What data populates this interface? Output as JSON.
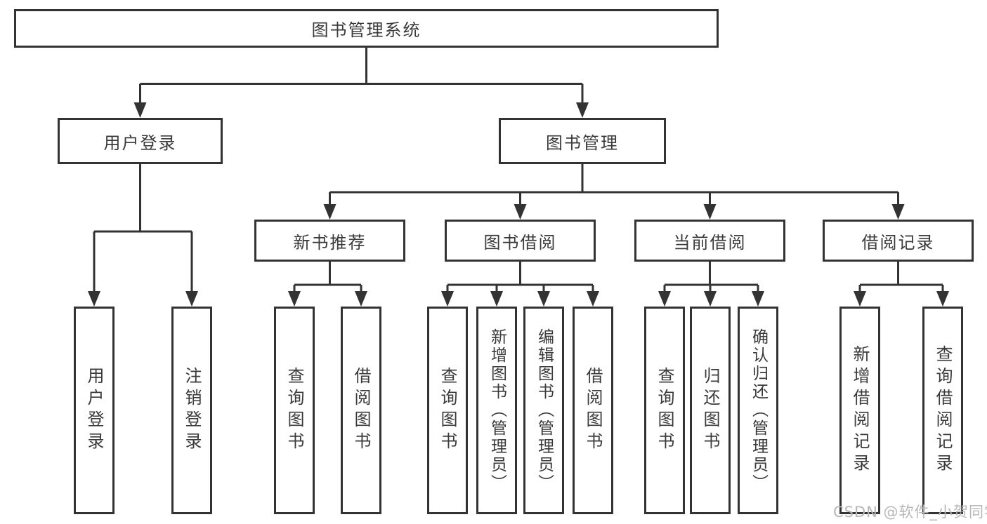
{
  "diagram": {
    "root": {
      "label": "图书管理系统"
    },
    "level2": [
      {
        "label": "用户登录"
      },
      {
        "label": "图书管理"
      }
    ],
    "level3": [
      {
        "label": "新书推荐"
      },
      {
        "label": "图书借阅"
      },
      {
        "label": "当前借阅"
      },
      {
        "label": "借阅记录"
      }
    ],
    "leaves": {
      "user_login": [
        "用户登录",
        "注销登录"
      ],
      "new_book": [
        "查询图书",
        "借阅图书"
      ],
      "book_borrow": [
        "查询图书",
        "新增图书（管理员）",
        "编辑图书（管理员）",
        "借阅图书"
      ],
      "current_borrow": [
        "查询图书",
        "归还图书",
        "确认归还（管理员）"
      ],
      "borrow_record": [
        "新增借阅记录",
        "查询借阅记录"
      ]
    }
  },
  "watermark": {
    "text": "CSDN @软件_小贺同学"
  },
  "colors": {
    "line": "#333333",
    "text": "#3a3a3a",
    "watermark": "#b7b7b7",
    "background": "#ffffff"
  }
}
